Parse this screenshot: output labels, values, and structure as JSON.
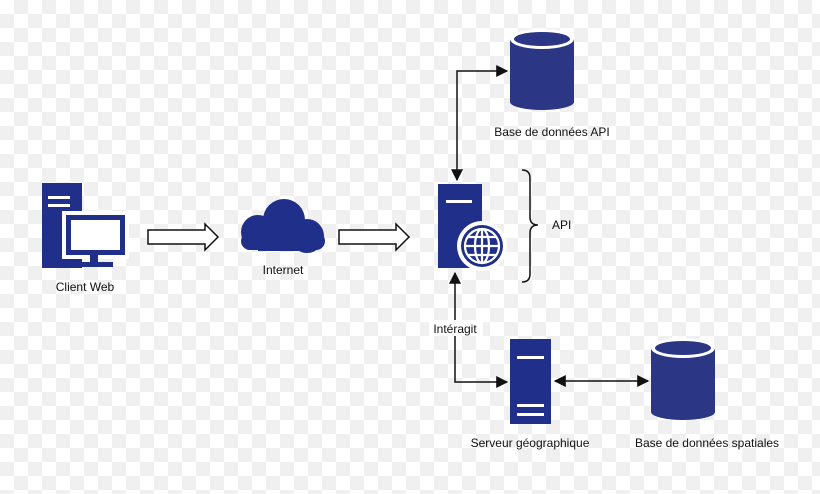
{
  "colors": {
    "primary": "#1f2f8a",
    "db": "#2b3684",
    "line": "#111111",
    "background": "#ffffff"
  },
  "nodes": {
    "client_web": {
      "label": "Client Web",
      "icon": "desktop-computer-icon"
    },
    "internet": {
      "label": "Internet",
      "icon": "cloud-icon"
    },
    "api_server": {
      "icon": "web-server-icon"
    },
    "api_group": {
      "label": "API"
    },
    "db_api": {
      "label": "Base de données API",
      "icon": "database-icon"
    },
    "geo_server": {
      "label": "Serveur géographique",
      "icon": "server-icon"
    },
    "db_spatial": {
      "label": "Base de données spatiales",
      "icon": "database-icon"
    }
  },
  "edges": {
    "interagit": {
      "label": "Intéragit"
    }
  }
}
